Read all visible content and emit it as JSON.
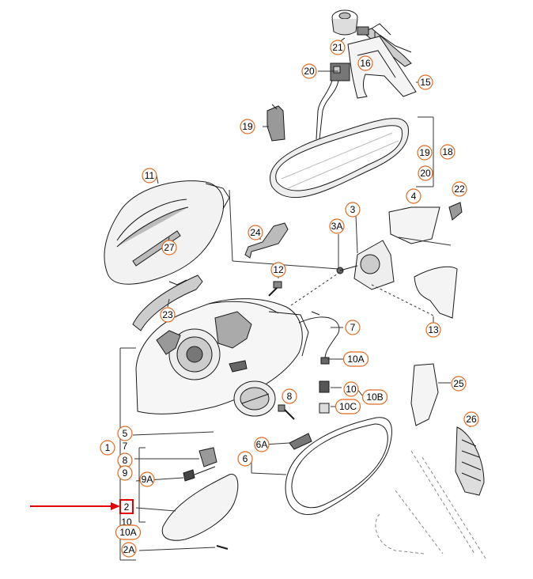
{
  "diagram": {
    "title": "",
    "callouts": [
      {
        "id": "c21",
        "label": "21"
      },
      {
        "id": "c16",
        "label": "16"
      },
      {
        "id": "c20a",
        "label": "20"
      },
      {
        "id": "c15",
        "label": "15"
      },
      {
        "id": "c19a",
        "label": "19"
      },
      {
        "id": "c19b",
        "label": "19"
      },
      {
        "id": "c18",
        "label": "18"
      },
      {
        "id": "c20b",
        "label": "20"
      },
      {
        "id": "c11",
        "label": "11"
      },
      {
        "id": "c4",
        "label": "4"
      },
      {
        "id": "c22",
        "label": "22"
      },
      {
        "id": "c3",
        "label": "3"
      },
      {
        "id": "c3A",
        "label": "3A"
      },
      {
        "id": "c24",
        "label": "24"
      },
      {
        "id": "c27",
        "label": "27"
      },
      {
        "id": "c12",
        "label": "12"
      },
      {
        "id": "c13",
        "label": "13"
      },
      {
        "id": "c23",
        "label": "23"
      },
      {
        "id": "c7a",
        "label": "7"
      },
      {
        "id": "c10A",
        "label": "10A"
      },
      {
        "id": "c10a",
        "label": "10"
      },
      {
        "id": "c10B",
        "label": "10B"
      },
      {
        "id": "c10C",
        "label": "10C"
      },
      {
        "id": "c25",
        "label": "25"
      },
      {
        "id": "c8a",
        "label": "8"
      },
      {
        "id": "c5",
        "label": "5"
      },
      {
        "id": "c1",
        "label": "1"
      },
      {
        "id": "c7b",
        "label": "7"
      },
      {
        "id": "c26",
        "label": "26"
      },
      {
        "id": "c6A",
        "label": "6A"
      },
      {
        "id": "c6",
        "label": "6"
      },
      {
        "id": "c8b",
        "label": "8"
      },
      {
        "id": "c9",
        "label": "9"
      },
      {
        "id": "c9A",
        "label": "9A"
      },
      {
        "id": "c2",
        "label": "2"
      },
      {
        "id": "c10b",
        "label": "10"
      },
      {
        "id": "c10Ab",
        "label": "10A"
      },
      {
        "id": "c2A",
        "label": "2A"
      }
    ]
  },
  "colors": {
    "callout_stroke": "#e06a1e",
    "highlight_box": "#e00000",
    "pointer_arrow": "#e00000",
    "line_art": "#1a1a1a"
  }
}
